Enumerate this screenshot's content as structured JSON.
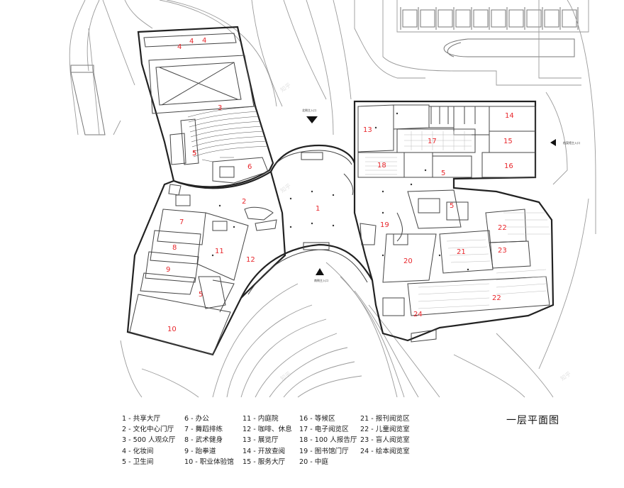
{
  "plan_title": "一层平面图",
  "entrances": {
    "north": "北侧主入口",
    "south": "南侧主入口",
    "east": "档案馆主入口"
  },
  "rooms": [
    "1",
    "2",
    "3",
    "4",
    "4",
    "4",
    "5",
    "5",
    "5",
    "5",
    "5",
    "6",
    "7",
    "8",
    "9",
    "10",
    "11",
    "12",
    "13",
    "14",
    "15",
    "16",
    "17",
    "18",
    "19",
    "20",
    "21",
    "22",
    "22",
    "23",
    "24"
  ],
  "legend": {
    "col1": [
      "1 - 共享大厅",
      "2 - 文化中心门厅",
      "3 - 500 人观众厅",
      "4 - 化妆间",
      "5 - 卫生间"
    ],
    "col2": [
      "6 - 办公",
      "7 - 舞蹈排练",
      "8 - 武术健身",
      "9 - 跆拳道",
      "10 - 职业体验馆"
    ],
    "col3": [
      "11 - 内庭院",
      "12 - 咖啡、休息",
      "13 - 展览厅",
      "14 - 开放查阅",
      "15 - 服务大厅"
    ],
    "col4": [
      "16 - 等候区",
      "17 - 电子阅览区",
      "18 - 100 人报告厅",
      "19 - 图书馆门厅",
      "20 - 中庭"
    ],
    "col5": [
      "21 - 报刊阅览区",
      "22 - 儿童阅览室",
      "23 - 盲人阅览室",
      "24 - 绘本阅览室"
    ]
  },
  "watermark": "知乎"
}
